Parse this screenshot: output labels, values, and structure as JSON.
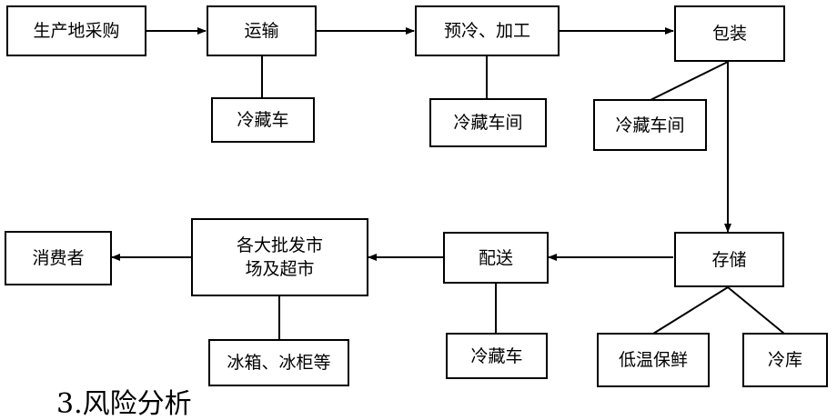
{
  "diagram": {
    "nodes": {
      "purchase": "生产地采购",
      "transport": "运输",
      "transport_truck": "冷藏车",
      "precool": "预冷、加工",
      "precool_room": "冷藏车间",
      "package": "包装",
      "package_room": "冷藏车间",
      "storage": "存储",
      "low_temp": "低温保鲜",
      "cold_store": "冷库",
      "delivery": "配送",
      "delivery_truck": "冷藏车",
      "market_line1": "各大批发市",
      "market_line2": "场及超市",
      "market_fridge": "冰箱、冰柜等",
      "consumer": "消费者"
    }
  },
  "section_heading": "3.风险分析",
  "colors": {
    "stroke": "#000000",
    "background": "#ffffff"
  }
}
